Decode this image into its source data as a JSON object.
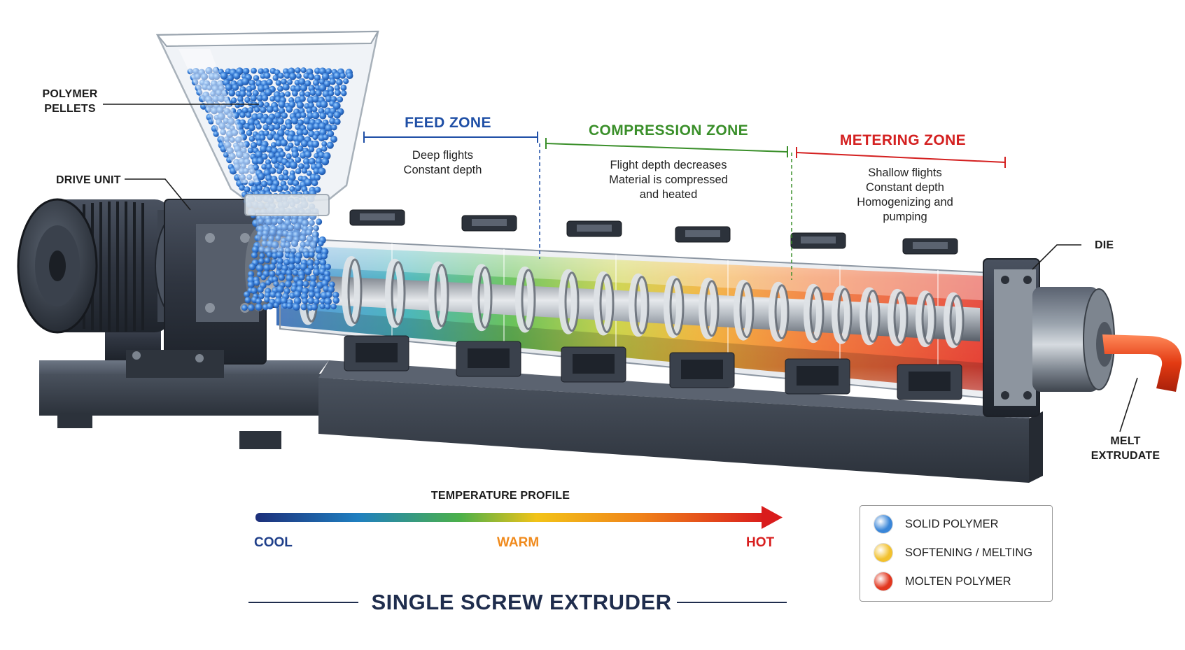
{
  "title": "SINGLE SCREW EXTRUDER",
  "components": {
    "polymer_pellets": "POLYMER\nPELLETS",
    "drive_unit": "DRIVE UNIT",
    "die": "DIE",
    "melt_extrudate": "MELT\nEXTRUDATE"
  },
  "zones": [
    {
      "title": "FEED ZONE",
      "color": "#1f4fa6",
      "description": "Deep flights\nConstant depth"
    },
    {
      "title": "COMPRESSION ZONE",
      "color": "#3a8f2a",
      "description": "Flight depth decreases\nMaterial is compressed\nand heated"
    },
    {
      "title": "METERING ZONE",
      "color": "#d42020",
      "description": "Shallow flights\nConstant depth\nHomogenizing and\npumping"
    }
  ],
  "temperature_profile": {
    "title": "TEMPERATURE PROFILE",
    "cool": "COOL",
    "warm": "WARM",
    "hot": "HOT",
    "cool_color": "#1f3f8a",
    "warm_color": "#f08a1c",
    "hot_color": "#d81e1e"
  },
  "legend": [
    {
      "label": "SOLID POLYMER",
      "color": "#3a86d8"
    },
    {
      "label": "SOFTENING / MELTING",
      "color": "#f2c12e"
    },
    {
      "label": "MOLTEN POLYMER",
      "color": "#e2371f"
    }
  ]
}
